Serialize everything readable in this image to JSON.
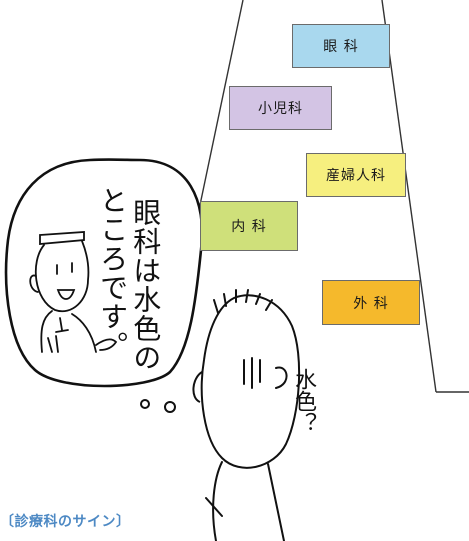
{
  "signs": {
    "ganka": "眼 科",
    "shonika": "小児科",
    "sanfujinka": "産婦人科",
    "naika": "内 科",
    "geka": "外 科"
  },
  "speech_bubble": {
    "line1": "眼科は水色の",
    "line2": "ところです。"
  },
  "thought": "水色？",
  "caption": "〔診療科のサイン〕",
  "colors": {
    "ganka": "#a9d8ee",
    "shonika": "#d3c4e4",
    "sanfujinka": "#f6ef7f",
    "naika": "#cfe07a",
    "geka": "#f5b92c",
    "caption": "#4d89c4"
  }
}
